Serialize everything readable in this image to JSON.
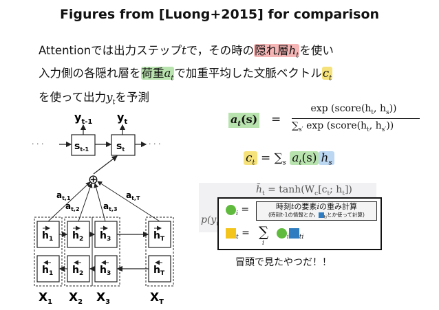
{
  "title": "Figures from [Luong+2015] for comparison",
  "para": {
    "l1_a": "Attentionでは出力ステップ",
    "l1_t": "t",
    "l1_b": "で，その時の",
    "l1_hl": "隠れ層",
    "l1_h": "h",
    "l1_hsub": "t",
    "l1_c": "を使い",
    "l2_a": "入力側の各隠れ層を",
    "l2_hl": "荷重",
    "l2_at": "a",
    "l2_atsub": "t",
    "l2_b": "で加重平均した文脈ベクトル",
    "l2_c": "c",
    "l2_csub": "t",
    "l3_a": "を使って出力",
    "l3_y": "y",
    "l3_ysub": "t",
    "l3_b": "を予測"
  },
  "formula1": {
    "lhs": "a",
    "lhs_sub": "t",
    "lhs_arg": "(s)",
    "num": "exp (score(h",
    "num_sub": "t",
    "num_mid": ", h",
    "num_end": "s",
    "den_sum": "∑",
    "den_sum_sub": "s′",
    "den": "exp (score(h",
    "den_sub": "t",
    "den_mid": ", h",
    "den_end": "s′"
  },
  "formula2": {
    "lhs": "c",
    "lhs_sub": "t",
    "eq": "=",
    "sum": "∑",
    "sum_sub": "s",
    "term": "a",
    "term_sub": "t",
    "term_arg": "(s)",
    "h": "h",
    "h_sub": "s"
  },
  "formula3": {
    "lhs": "h̃",
    "lhs_sub": "t",
    "rhs": "= tanh(W",
    "rhs_sub": "c",
    "rhs_end": "[c",
    "rhs_sub2": "t",
    "rhs_end2": "; h",
    "rhs_sub3": "t",
    "rhs_end3": "])",
    "p": "p(y",
    "p_sub": "t"
  },
  "pbox": {
    "row1_eq": "=",
    "row1_title_a": "時刻",
    "row1_title_t": "t",
    "row1_title_b": "の要素",
    "row1_title_i": "i",
    "row1_title_c": "の重み計算",
    "row1_sub": "(時刻t-1の情報とか，",
    "row1_sub_ti": "ti",
    "row1_sub_b": "とか使って計算)",
    "row1_i": "i",
    "row2_t": "t",
    "row2_eq": "=",
    "row2_sum": "∑",
    "row2_sum_sub": "i",
    "row2_i": "i",
    "row2_ti": "ti"
  },
  "note": "冒頭で見たやつだ！！",
  "diagram": {
    "y_prev": "y",
    "y_prev_sub": "t-1",
    "y_t": "y",
    "y_t_sub": "t",
    "s_prev": "s",
    "s_prev_sub": "t-1",
    "s_t": "s",
    "s_t_sub": "t",
    "dots": "· · ·",
    "plus": "⊕",
    "a_t1": "a",
    "a_t1_sub": "t,1",
    "a_t2": "a",
    "a_t2_sub": "t,2",
    "a_t3": "a",
    "a_t3_sub": "t,3",
    "a_tT": "a",
    "a_tT_sub": "t,T",
    "columns": [
      {
        "fw": "h",
        "fw_sub": "1",
        "bw": "h",
        "bw_sub": "1",
        "x": "X",
        "x_sub": "1"
      },
      {
        "fw": "h",
        "fw_sub": "2",
        "bw": "h",
        "bw_sub": "2",
        "x": "X",
        "x_sub": "2"
      },
      {
        "fw": "h",
        "fw_sub": "3",
        "bw": "h",
        "bw_sub": "3",
        "x": "X",
        "x_sub": "3"
      },
      {
        "fw": "h",
        "fw_sub": "T",
        "bw": "h",
        "bw_sub": "T",
        "x": "X",
        "x_sub": "T"
      }
    ]
  },
  "colors": {
    "red_highlight": "#f5b5b5",
    "green_highlight": "#b9e3ae",
    "yellow_highlight": "#f6e27a",
    "blue_highlight": "#bcd7f2",
    "green_mark": "#5fba3d",
    "yellow_mark": "#f3c51c",
    "blue_mark": "#2f7dc0"
  }
}
